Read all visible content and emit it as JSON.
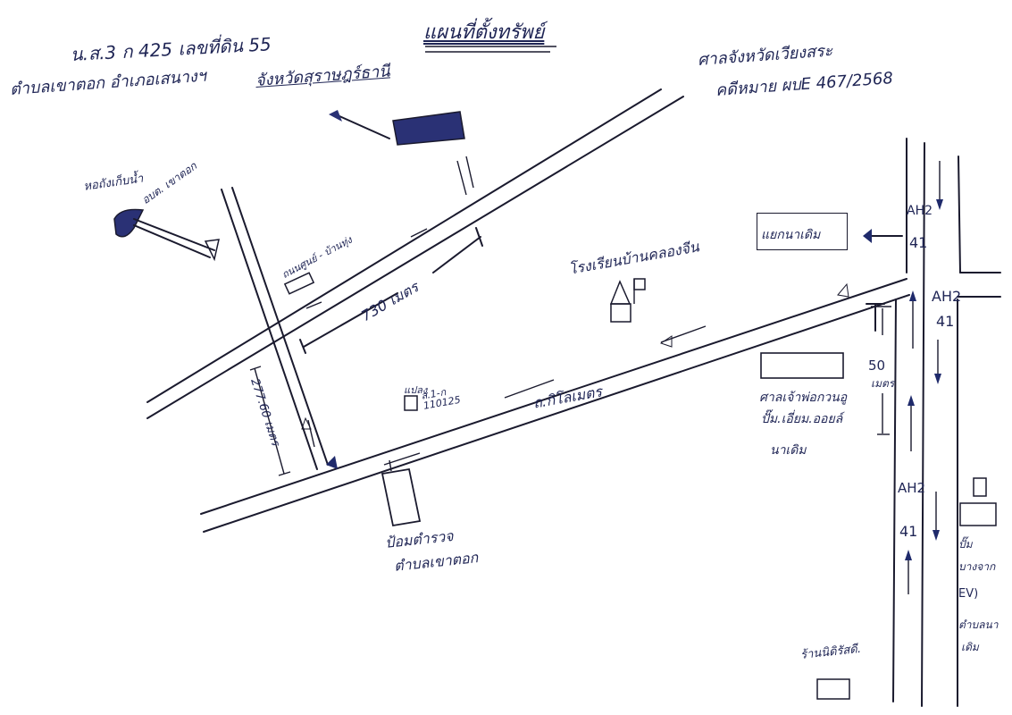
{
  "map": {
    "title": "แผนที่ตั้งทรัพย์",
    "header_left": {
      "line1": "น.ส.3 ก 425 เลขที่ดิน 55",
      "line2": "ตำบลเขาตอก อำเภอเสนางฯ",
      "line2_underlined": "จังหวัดสุราษฎร์ธานี"
    },
    "header_right": {
      "line1": "ศาลจังหวัดเวียงสระ",
      "line2": "คดีหมาย ผบE 467/2568"
    },
    "labels": {
      "water_tower": "หอถังเก็บน้ำ",
      "water_tower_sub": "อบต. เขาตอก",
      "office": "ถนนศูนย์ - บ้านทุ่ง",
      "distance_730": "730 เมตร",
      "distance_277": "277.60 เมตร",
      "school": "โรงเรียนบ้านคลองจีน",
      "plot_label": "แปลง",
      "plot_number": "ส.1-ก",
      "plot_number2": "110125",
      "road_km": "ถ.กิโลเมตร",
      "health_center_l1": "ป้อมตำรวจ",
      "health_center_l2": "ตำบลเขาตอก",
      "junction_box": "แยกนาเดิม",
      "shop_l1": "ศาลเจ้าพ่อกวนอู",
      "shop_l2": "ปั๊ม.เอี่ยม.ออยล์",
      "shop_l3": "นาเดิม",
      "distance_50_l1": "50",
      "distance_50_l2": "เมตร",
      "highway_1": "AH2",
      "highway_1b": "41",
      "highway_2": "AH2",
      "highway_2b": "41",
      "highway_3": "AH2",
      "highway_3b": "41",
      "right_l1": "ปั๊ม",
      "right_l2": "บางจาก",
      "right_l3": "EV)",
      "right_l4": "ตำบลนา",
      "right_l5": "เดิม",
      "bottom_shop": "ร้านนิดิรัสดี."
    },
    "colors": {
      "ink": "#1a1a2e",
      "pen_blue": "#1f2555",
      "paper": "#ffffff"
    }
  }
}
